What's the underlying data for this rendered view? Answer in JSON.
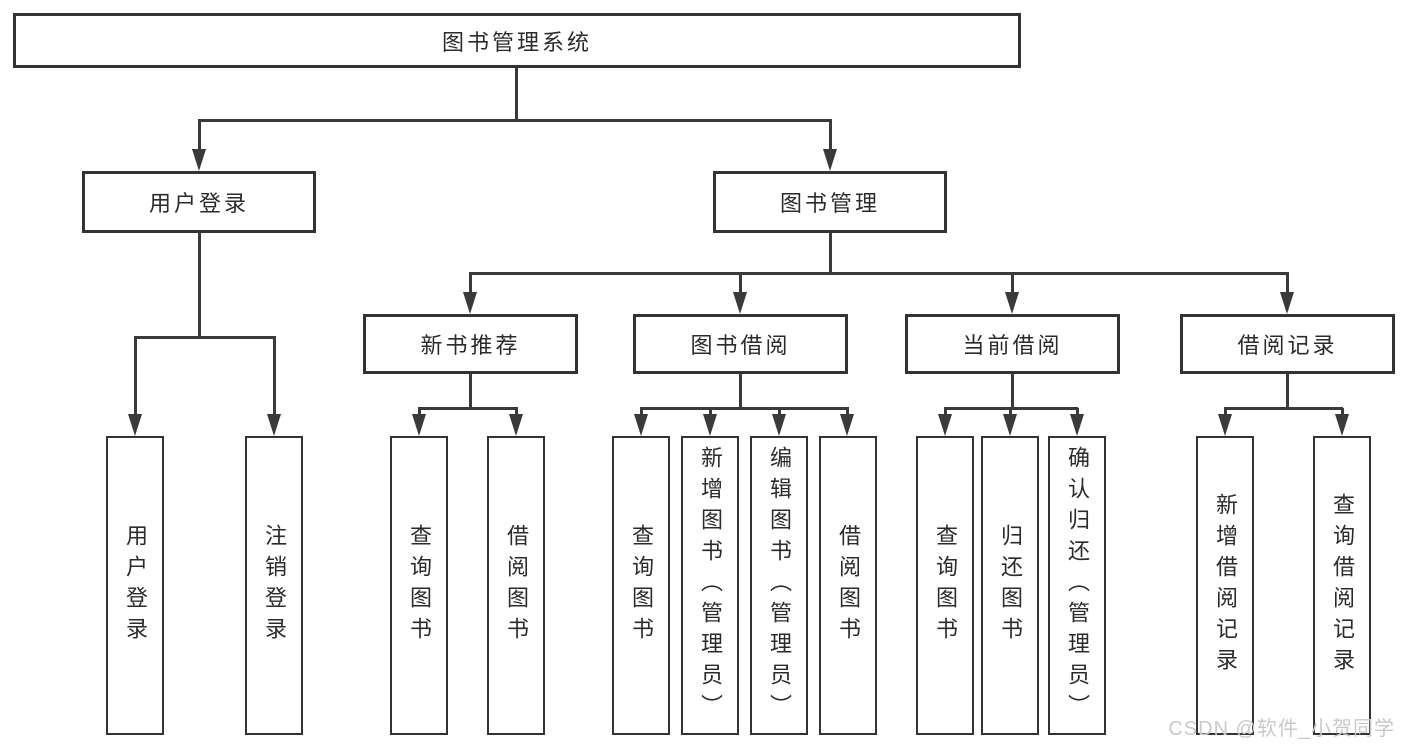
{
  "diagram_type": "hierarchy-tree",
  "tree": {
    "label": "图书管理系统",
    "children": [
      {
        "label": "用户登录",
        "children": [
          {
            "label": "用户登录"
          },
          {
            "label": "注销登录"
          }
        ]
      },
      {
        "label": "图书管理",
        "children": [
          {
            "label": "新书推荐",
            "children": [
              {
                "label": "查询图书"
              },
              {
                "label": "借阅图书"
              }
            ]
          },
          {
            "label": "图书借阅",
            "children": [
              {
                "label": "查询图书"
              },
              {
                "label": "新增图书（管理员）"
              },
              {
                "label": "编辑图书（管理员）"
              },
              {
                "label": "借阅图书"
              }
            ]
          },
          {
            "label": "当前借阅",
            "children": [
              {
                "label": "查询图书"
              },
              {
                "label": "归还图书"
              },
              {
                "label": "确认归还（管理员）"
              }
            ]
          },
          {
            "label": "借阅记录",
            "children": [
              {
                "label": "新增借阅记录"
              },
              {
                "label": "查询借阅记录"
              }
            ]
          }
        ]
      }
    ]
  },
  "watermark": {
    "text": "CSDN @软件_小贺同学"
  },
  "colors": {
    "background": "#ffffff",
    "box_border": "#333333",
    "connector_line": "#3a3a3a",
    "text": "#2b2b2b",
    "watermark_text": "#c9c9c9"
  }
}
